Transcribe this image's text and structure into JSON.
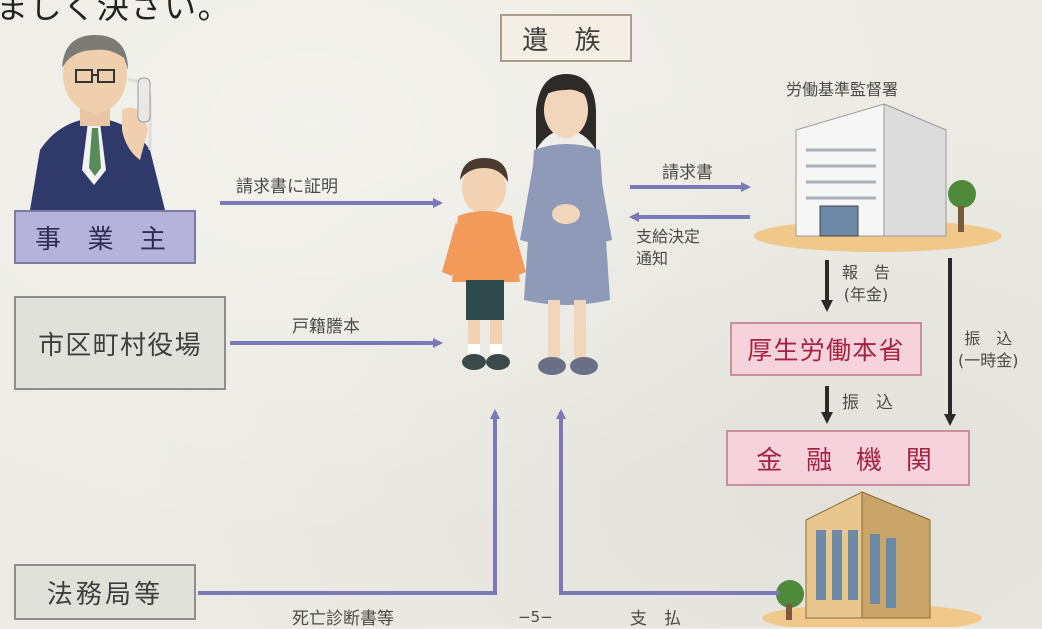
{
  "header": {
    "fragment": "ましく決さい。"
  },
  "family": {
    "label": "遺 族"
  },
  "employer": {
    "label": "事 業 主"
  },
  "municipal": {
    "label": "市区町村役場"
  },
  "legal_bureau": {
    "label": "法務局等"
  },
  "labor_office": {
    "label": "労働基準監督署"
  },
  "ministry": {
    "label": "厚生労働本省"
  },
  "bank": {
    "label": "金 融 機 関"
  },
  "flows": {
    "employer_cert": "請求書に証明",
    "family_register": "戸籍謄本",
    "death_cert": "死亡診断書等",
    "claim": "請求書",
    "decision_line1": "支給決定",
    "decision_line2": "通知",
    "report_line1": "報　告",
    "report_line2": "(年金)",
    "transfer": "振　込",
    "transfer_lump_line1": "振　込",
    "transfer_lump_line2": "(一時金)",
    "payment": "支　払"
  },
  "page_number": "−5−",
  "colors": {
    "arrow_purple": "#7b79b8",
    "arrow_black": "#2a2a2a",
    "employer_box": "#b5b3d9",
    "pink_box": "#f6d2dd"
  }
}
